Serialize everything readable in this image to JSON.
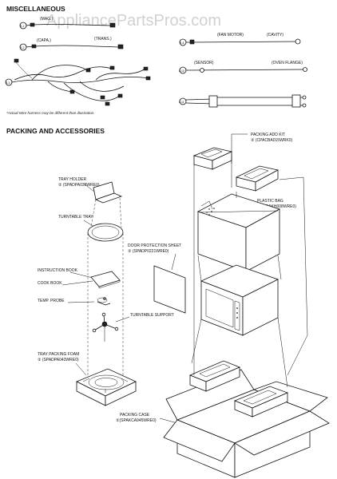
{
  "watermark": "AppliancePartsPros.com",
  "misc": {
    "heading": "MISCELLANEOUS",
    "labels": {
      "mag": "(MAG.)",
      "capa": "(CAPA.)",
      "trans": "(TRANS.)",
      "fan_motor": "(FAN MOTOR)",
      "cavity": "(CAVITY)",
      "sensor": "(SENSOR)",
      "oven_flange": "(OVEN FLANGE)"
    },
    "callouts": [
      "8-1",
      "8-2",
      "8-3",
      "8-4",
      "8-10",
      "8-11"
    ],
    "note": "*Actual Wire harness may be different than illustration."
  },
  "packing": {
    "heading": "PACKING AND ACCESSORIES",
    "labels": {
      "packing_add_kit": "PACKING ADD KIT",
      "packing_add_kit_part": "② (CPACBA015WRK0)",
      "plastic_bag": "PLASTIC BAG",
      "plastic_bag_part": "② (SSAKH008WRE0)",
      "tray_holder": "TRAY HOLDER",
      "tray_holder_part": "② (SPADPA039WRE0)",
      "turntable_tray": "TURNTABLE TRAY",
      "door_protection_sheet": "DOOR PROTECTION SHEET",
      "door_protection_sheet_part": "② (SPADP0221WRE0)",
      "instruction_book": "INSTRUCTION BOOK",
      "cook_book": "COOK BOOK",
      "temp_probe": "TEMP. PROBE",
      "turntable_support": "TURNTABLE SUPPORT",
      "tray_packing_foam": "TRAY PACKING FOAM",
      "tray_packing_foam_part": "② (SPADPA043WRE0)",
      "packing_case": "PACKING CASE",
      "packing_case_part": "②(SPAKCA945WRE0)"
    }
  }
}
